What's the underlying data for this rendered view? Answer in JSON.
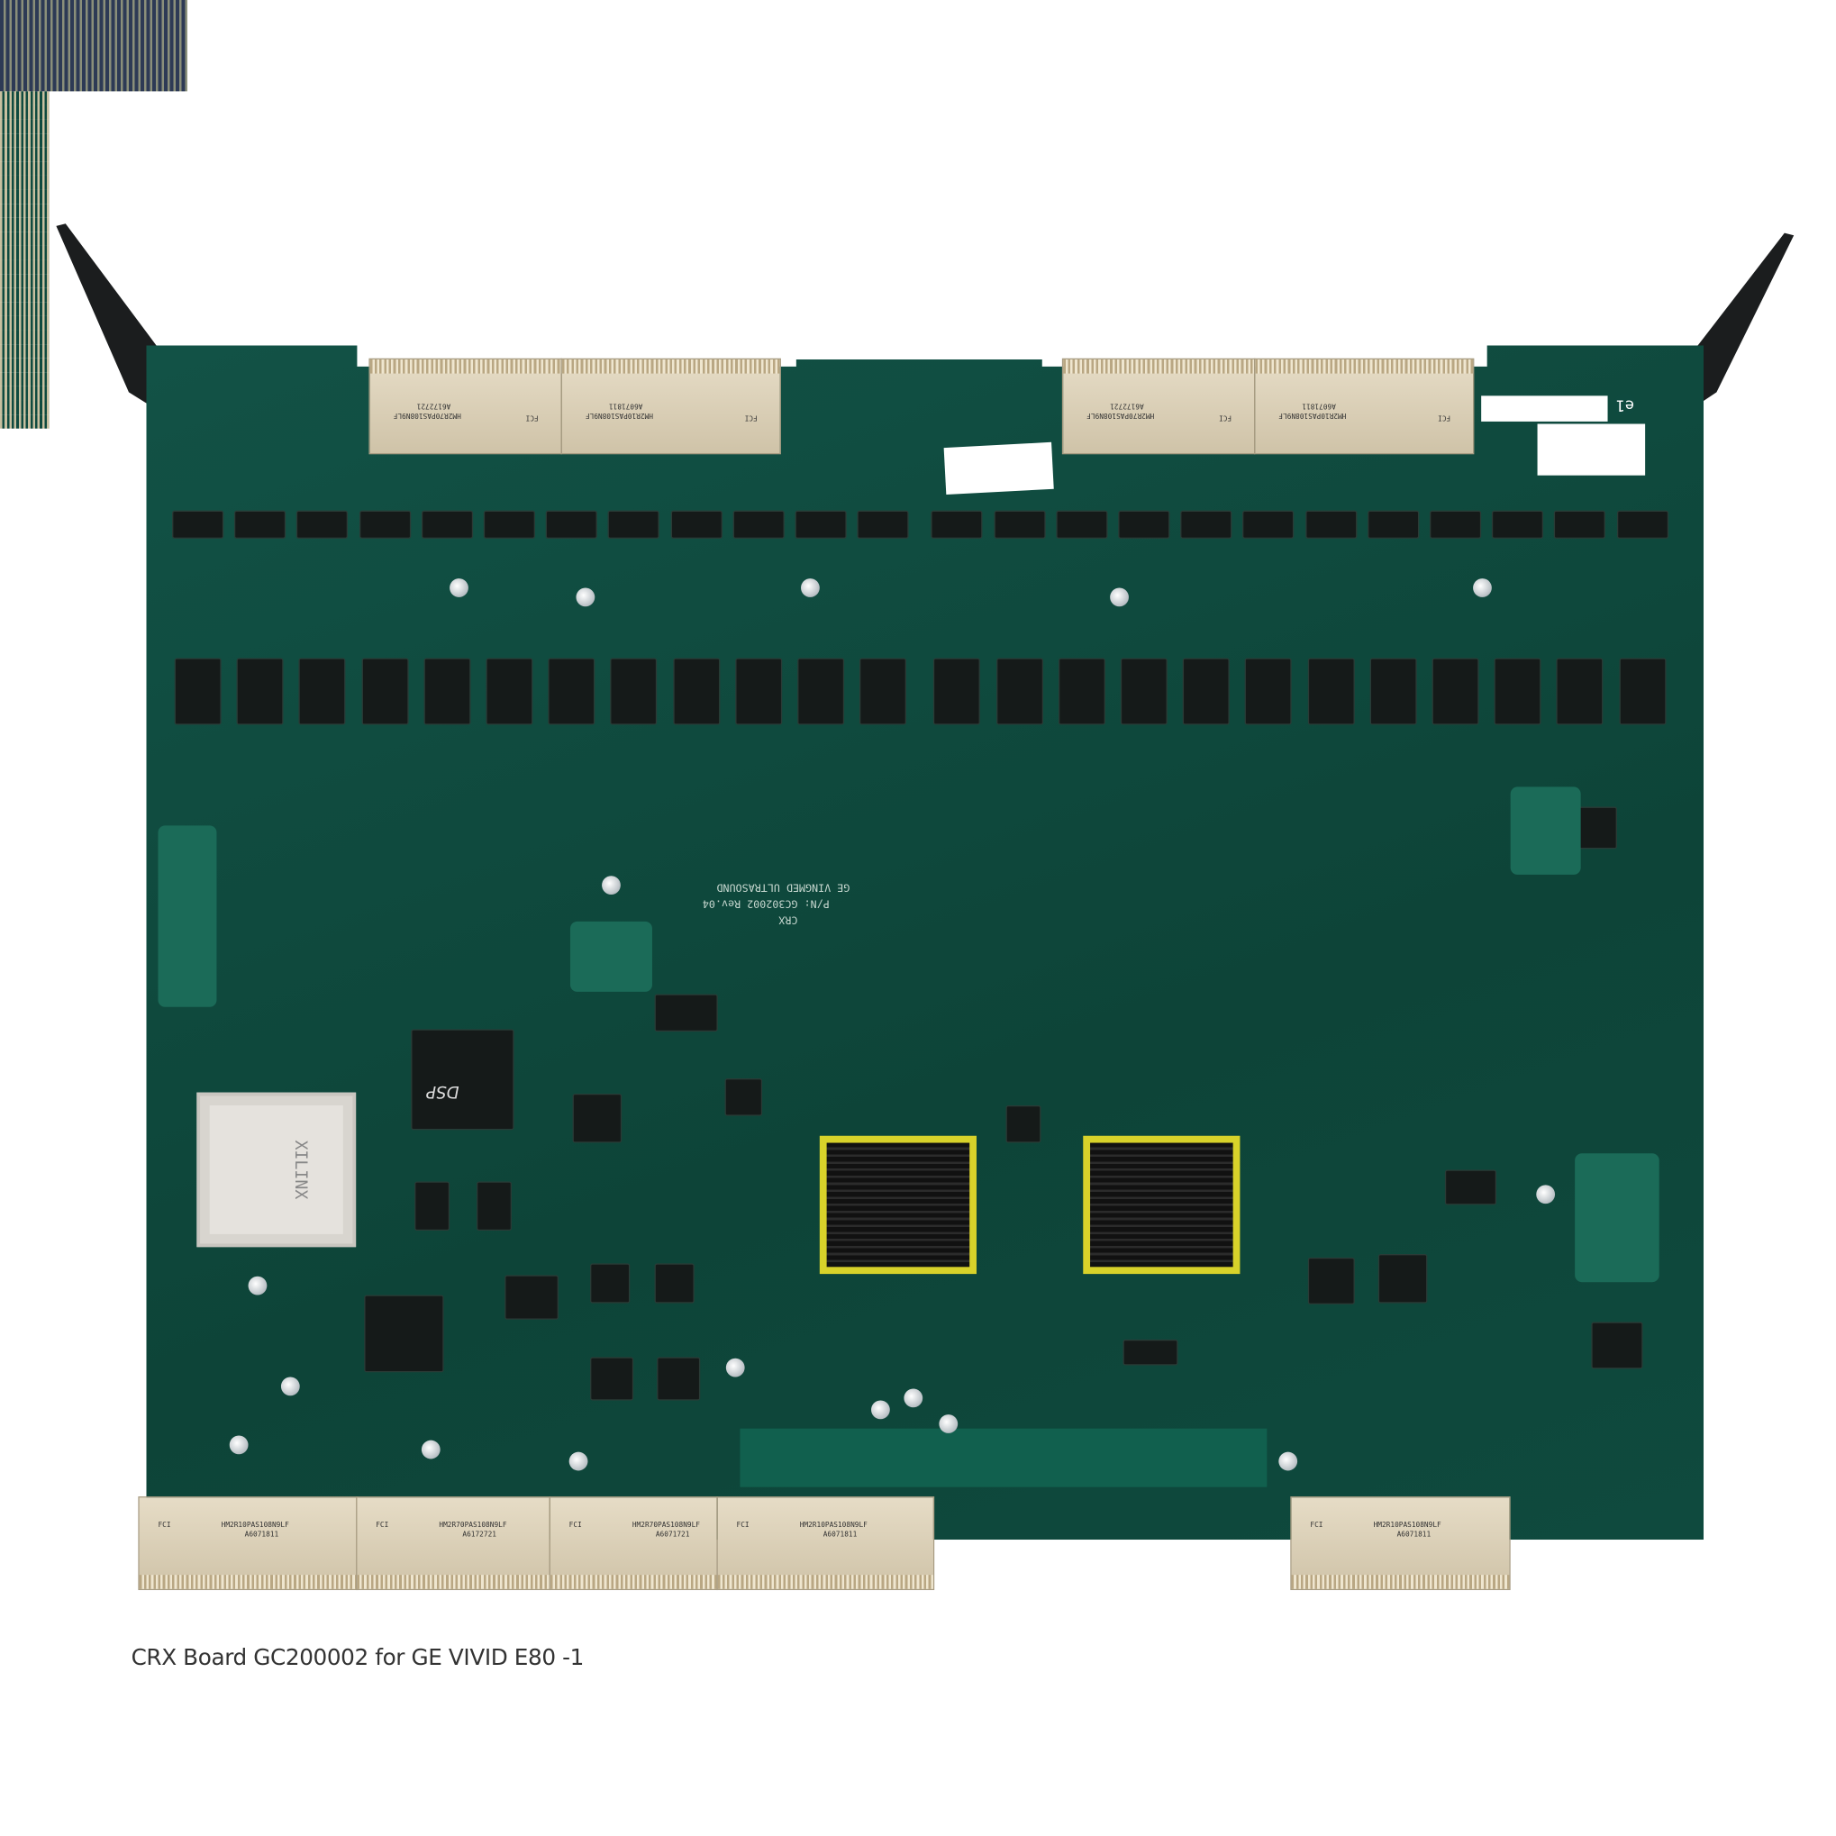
{
  "caption": "CRX Board GC200002 for GE VIVID E80 -1",
  "board": {
    "silkscreen": {
      "manufacturer": "GE VINGMED ULTRASOUND",
      "part_number": "P/N: GC302002 Rev.04",
      "board_name": "CRX",
      "fpga_brand": "XILINX",
      "dsp_label": "DSP",
      "corner_mark": "e1"
    },
    "connectors_top": [
      {
        "brand": "FCI",
        "part": "HM2R70PAS108N9LF",
        "lot": "A6172721"
      },
      {
        "brand": "FCI",
        "part": "HM2R10PAS108N9LF",
        "lot": "A6071811"
      },
      {
        "brand": "FCI",
        "part": "HM2R70PAS108N9LF",
        "lot": "A6172721"
      },
      {
        "brand": "FCI",
        "part": "HM2R10PAS108N9LF",
        "lot": "A6071811"
      }
    ],
    "connectors_bottom": [
      {
        "brand": "FCI",
        "part": "HM2R10PAS108N9LF",
        "lot": "A6071811"
      },
      {
        "brand": "FCI",
        "part": "HM2R70PAS108N9LF",
        "lot": "A6172721"
      },
      {
        "brand": "FCI",
        "part": "HM2R70PAS108N9LF",
        "lot": "A6071721"
      },
      {
        "brand": "FCI",
        "part": "HM2R10PAS108N9LF",
        "lot": "A6071811"
      },
      {
        "brand": "FCI",
        "part": "HM2R10PAS108N9LF",
        "lot": "A6071811"
      }
    ],
    "colors": {
      "pcb": "#0f4a3f",
      "heatsink_frame": "#d8d22a",
      "connector": "#e6dcc6"
    }
  }
}
